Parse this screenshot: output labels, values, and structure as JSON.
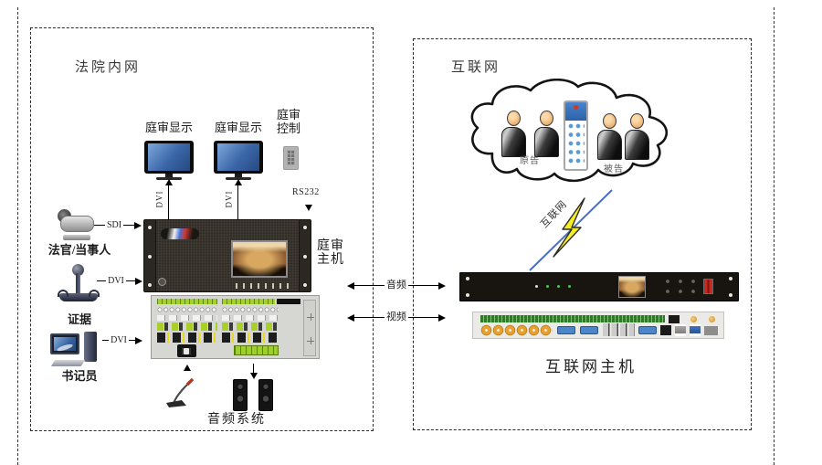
{
  "left_box": {
    "title": "法院内网",
    "monitor1_label": "庭审显示",
    "monitor2_label": "庭审显示",
    "control_label": "庭审\n控制",
    "monitor1_port": "DVI",
    "monitor2_port": "DVI",
    "control_port": "RS232",
    "camera": {
      "label": "法官/当事人",
      "port": "SDI"
    },
    "evidence": {
      "label": "证据",
      "port": "DVI"
    },
    "clerk": {
      "label": "书记员",
      "port": "DVI"
    },
    "host_label": "庭审\n主机",
    "audio_label": "音频系统"
  },
  "links": {
    "audio": "音频",
    "video": "视频"
  },
  "right_box": {
    "title": "互联网",
    "plaintiff_label": "原告",
    "defendant_label": "被告",
    "lightning_label": "互联网",
    "host_label": "互联网主机"
  },
  "colors": {
    "screen_blue": "#3a66a8",
    "terminal_green": "#a9cf2d",
    "bolt_yellow": "#f6ee1f",
    "line_blue": "#4a6fc0",
    "power_red": "#c8281e"
  }
}
